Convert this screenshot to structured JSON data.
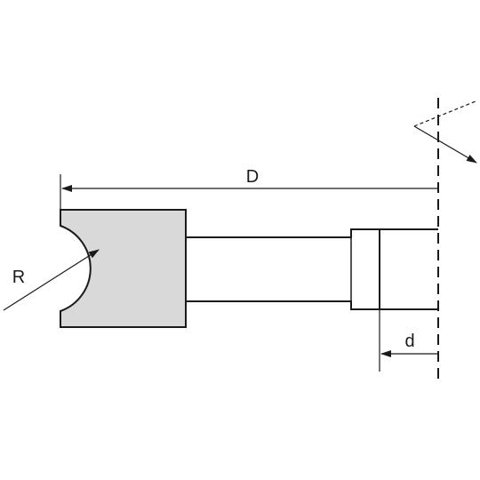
{
  "labels": {
    "radius": "R",
    "diameter": "D",
    "depth": "d"
  },
  "colors": {
    "line": "#1a1a1a",
    "cutter_fill": "#d9d9d9",
    "background": "#ffffff"
  }
}
